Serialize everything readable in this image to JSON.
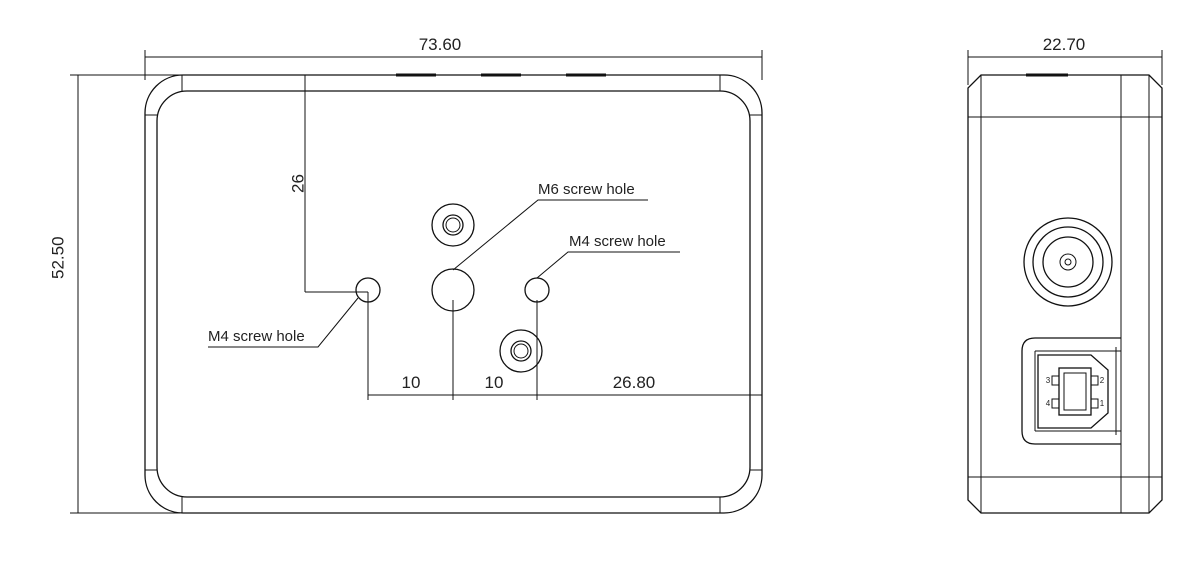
{
  "front_view": {
    "dimensions": {
      "width": "73.60",
      "height": "52.50",
      "hole_from_top": "26",
      "spacing_left": "10",
      "spacing_right": "10",
      "hole_to_edge": "26.80"
    },
    "labels": {
      "m6": "M6 screw hole",
      "m4_right": "M4 screw hole",
      "m4_left": "M4 screw hole"
    }
  },
  "side_view": {
    "dimensions": {
      "depth": "22.70"
    },
    "usb_pins": [
      "1",
      "2",
      "3",
      "4"
    ]
  },
  "colors": {
    "line": "#111111",
    "background": "#ffffff"
  }
}
